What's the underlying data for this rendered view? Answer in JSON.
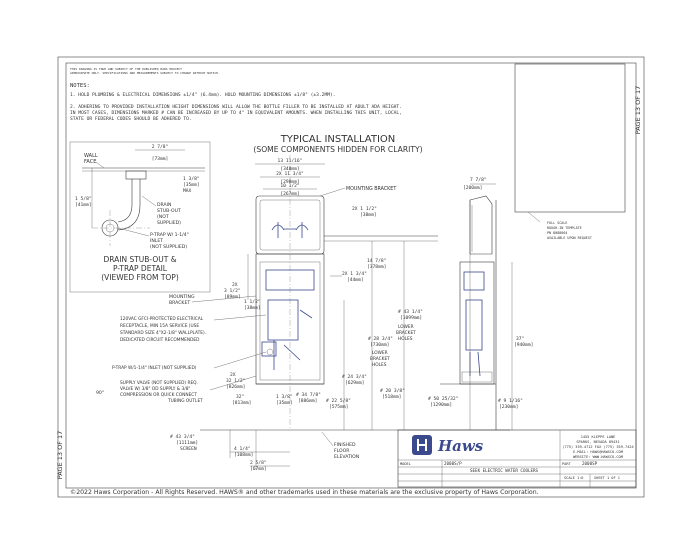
{
  "page": {
    "edge_label_top": "PAGE 13 OF 17",
    "edge_label_bottom": "PAGE 13 OF 17",
    "disclaimer": [
      "THIS DRAWING IS TRUE AND SUBJECT OF THE PUBLISHED HAWS PROJECT",
      "APPROXIMATE ONLY. SPECIFICATIONS AND MEASUREMENTS SUBJECT TO CHANGE WITHOUT NOTICE."
    ],
    "copyright": "©2022 Haws Corporation - All Rights Reserved. HAWS® and other trademarks used in these materials are the exclusive property of Haws Corporation."
  },
  "notes": {
    "heading": "NOTES:",
    "lines": [
      "1.     HOLD PLUMBING & ELECTRICAL DIMENSIONS ±1/4\" (6.4mm). HOLD MOUNTING DIMENSIONS ±1/8\" (±3.2MM).",
      "2.     ADHERING TO PROVIDED INSTALLATION HEIGHT DIMENSIONS WILL ALLOW THE BOTTLE FILLER TO BE INSTALLED AT ADULT ADA HEIGHT.",
      "IN MOST CASES, DIMENSIONS MARKED # CAN BE INCREASED BY UP TO 4\" IN EQUIVALENT AMOUNTS.  WHEN INSTALLING THIS UNIT, LOCAL,",
      "STATE OR FEDERAL CODES SHOULD BE ADHERED TO."
    ]
  },
  "typical": {
    "title": "TYPICAL INSTALLATION",
    "subtitle": "(SOME COMPONENTS HIDDEN FOR CLARITY)"
  },
  "detail": {
    "wall_face": [
      "WALL",
      "FACE"
    ],
    "dim_top": [
      "2 7/8\"",
      "[73mm]"
    ],
    "dim_max": [
      "1 3/8\"",
      "[35mm]",
      "MAX"
    ],
    "dim_side": [
      "1 5/8\"",
      "[41mm]"
    ],
    "drain_note": [
      "DRAIN",
      "STUB-OUT",
      "(NOT",
      "SUPPLIED)"
    ],
    "ptrap_note": [
      "P-TRAP W/ 1-1/4\"",
      "INLET",
      "(NOT SUPPLIED)"
    ],
    "title": [
      "DRAIN STUB-OUT &",
      "P-TRAP DETAIL",
      "(VIEWED FROM TOP)"
    ]
  },
  "front": {
    "top_dims": [
      [
        "13 11/16\"",
        "[348mm]"
      ],
      [
        "2X  11 3/4\"",
        "[298mm]"
      ],
      [
        "10 1/2\"",
        "[267mm]"
      ]
    ],
    "mounting_bracket_top": "MOUNTING BRACKET",
    "dim_2x_112": [
      "2X  1 1/2\"",
      "[38mm]"
    ],
    "dim_2x_134": [
      "2X  1 3/4\"",
      "[44mm]"
    ],
    "dim_14_78": [
      "14 7/8\"",
      "[378mm]"
    ],
    "mounting_bracket_left": [
      "MOUNTING",
      "BRACKET"
    ],
    "dim_2x_312": [
      "2X",
      "3 1/2\"",
      "[89mm]"
    ],
    "dim_1_12": [
      "1 1/2\"",
      "[38mm]"
    ],
    "receptacle_note": [
      "120VAC GFCI-PROTECTED ELECTRICAL",
      "RECEPTACLE, MIN 15A SERVICE (USE",
      "STANDARD SIZE 4\"X2-1/8\" WALLPLATE).",
      "DEDICATED CIRCUIT RECOMMENDED"
    ],
    "ptrap_note": "P-TRAP W/1-1/4\" INLET (NOT SUPPLIED)",
    "angle": "90°",
    "supply_note": [
      "SUPPLY VALVE (NOT SUPPLIED) REQ.",
      "VALVE W/ 3/8\" OD SUPPLY & 3/8\"",
      "COMPRESSION OR QUICK CONNECT",
      "TUBING OUTLET"
    ],
    "dim_28_34": [
      "# 28 3/4\"",
      "[730mm]"
    ],
    "lower_bracket": [
      "LOWER",
      "BRACKET",
      "HOLES"
    ],
    "dim_43_14": [
      "# 43 1/4\"",
      "[1099mm]"
    ],
    "dim_24_34": [
      "# 24 3/4\"",
      "[629mm]"
    ],
    "dim_32": [
      "32\"",
      "[813mm]"
    ],
    "dim_32_half": [
      "2X",
      "32 1/2\"",
      "[826mm]"
    ],
    "dim_1_38": [
      "1 3/8\"",
      "[35mm]"
    ],
    "dim_34_78": [
      "# 34 7/8\"",
      "[886mm]"
    ],
    "dim_22_58": [
      "# 22 5/8\"",
      "[575mm]"
    ],
    "dim_20_38": [
      "# 20 3/8\"",
      "[518mm]"
    ],
    "dim_bottom_left": [
      "# 43 3/4\"",
      "[1111mm]",
      "SCREEN"
    ],
    "dim_4_14": [
      "4 1/4\"",
      "[108mm]"
    ],
    "dim_2_58": [
      "2 5/8\"",
      "[67mm]"
    ],
    "floor_note": [
      "FINISHED",
      "FLOOR",
      "ELEVATION"
    ]
  },
  "side": {
    "dim_top": [
      "7 7/8\"",
      "[200mm]"
    ],
    "dim_37": [
      "37\"",
      "[940mm]"
    ],
    "dim_50": [
      "# 50 25/32\"",
      "[1290mm]"
    ],
    "dim_9_116": [
      "# 9 1/16\"",
      "[230mm]"
    ]
  },
  "box": {
    "note": [
      "FULL SCALE",
      "ROUGH-IN TEMPLATE",
      "PN 8088064",
      "AVAILABLE UPON REQUEST"
    ]
  },
  "title_block": {
    "logo_text": "Haws",
    "address": [
      "1455 KLEPPE LANE",
      "SPARKS, NEVADA 89431",
      "(775) 359-4712  FAX (775) 359-7424",
      "E-MAIL: HAWS@HAWSCO.COM",
      "WEBSITE: WWW.HAWSCO.COM"
    ],
    "model_label": "MODEL",
    "model": "2000S/P",
    "description": "SEEK ELECTRIC WATER COOLERS",
    "part_label": "PART",
    "part": "2000SP",
    "scale": "SCALE 1:6",
    "sheet": "SHEET 1 OF 1"
  }
}
